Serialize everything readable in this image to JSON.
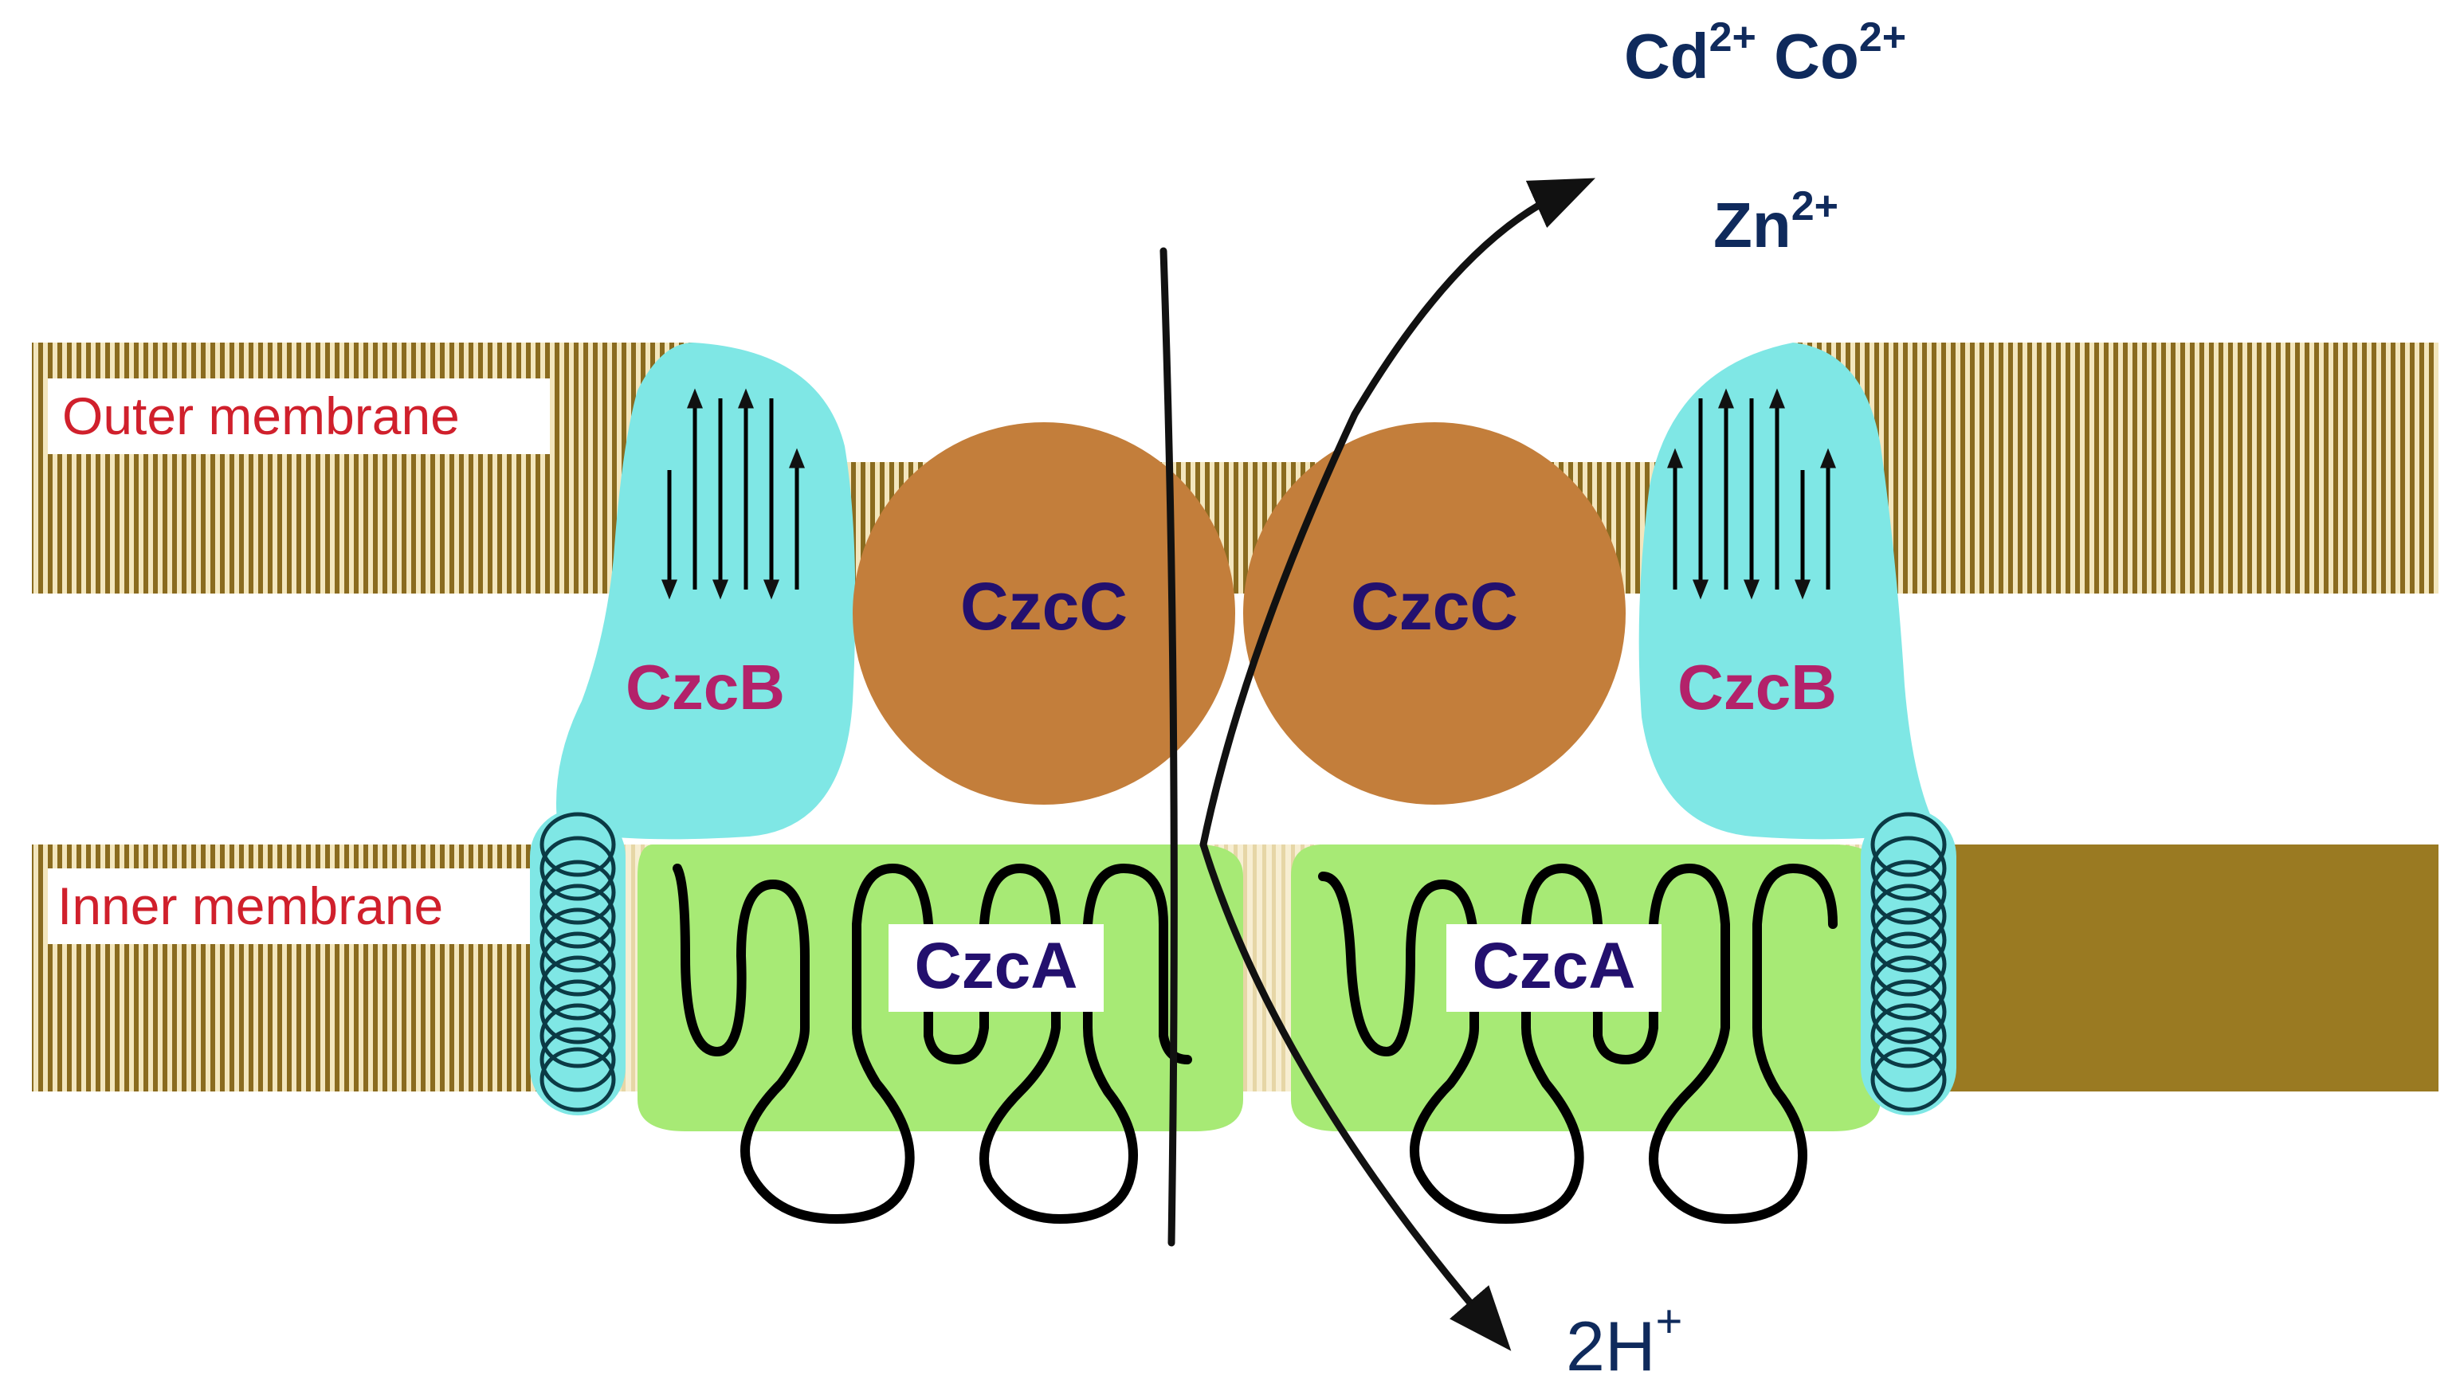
{
  "labels": {
    "outer_membrane": "Outer membrane",
    "inner_membrane": "Inner membrane",
    "czcb": "CzcB",
    "czcc": "CzcC",
    "czca": "CzcA",
    "ions_export_line1_cd": "Cd",
    "ions_export_line1_cd_charge": "2+",
    "ions_export_line1_co": " Co",
    "ions_export_line1_co_charge": "2+",
    "ions_export_line2_zn": "Zn",
    "ions_export_line2_zn_charge": "2+",
    "protons_prefix": "2H",
    "protons_charge": "+"
  },
  "colors": {
    "membrane_stripe_dark": "#8a6b1f",
    "membrane_stripe_light": "#f3e6bd",
    "membrane_solid": "#9a7a22",
    "membrane_label": "#d0202c",
    "czcb_fill": "#7fe7e5",
    "czcb_text": "#b3226a",
    "czcc_fill": "#c37e3b",
    "czcc_text": "#23106e",
    "czca_fill": "#a7ea75",
    "czca_text": "#23106e",
    "ion_text": "#0f2a5c",
    "arrow": "#111111"
  },
  "icons": [
    "beta-strand-arrows",
    "helix-coils",
    "transport-arrow"
  ]
}
